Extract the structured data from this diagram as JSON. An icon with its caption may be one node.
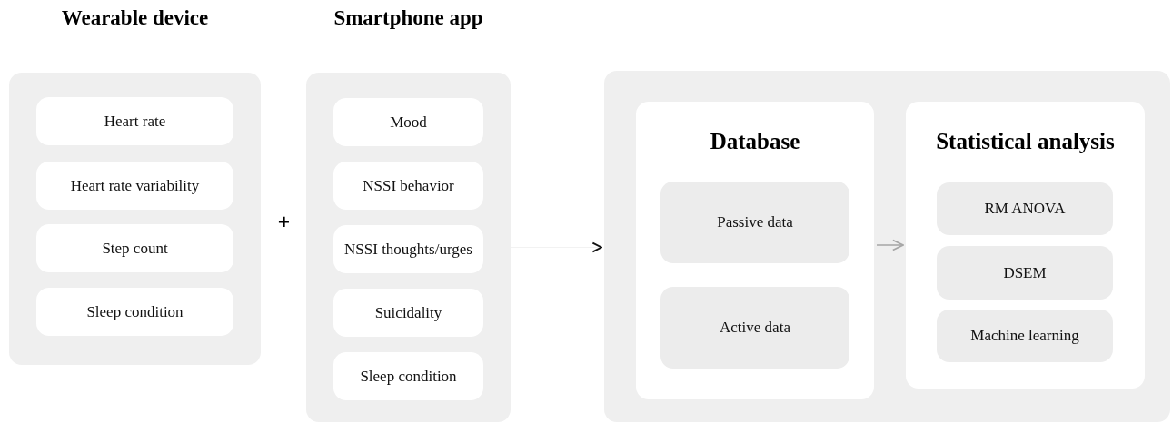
{
  "diagram": {
    "nodes": [
      {
        "text": [
          "Wearable device"
        ]
      },
      {
        "text": [
          "Heart rate"
        ],
        "in": 0
      },
      {
        "text": [
          "Heart rate variability"
        ],
        "in": 0
      },
      {
        "text": [
          "Step count"
        ],
        "in": 0
      },
      {
        "text": [
          "Sleep condition"
        ],
        "in": 0
      },
      {
        "text": [
          "Smartphone app"
        ]
      },
      {
        "text": [
          "Mood"
        ],
        "in": 5
      },
      {
        "text": [
          "NSSI behavior"
        ],
        "in": 5
      },
      {
        "text": [
          "NSSI thoughts/urges"
        ],
        "in": 5
      },
      {
        "text": [
          "Suicidality"
        ],
        "in": 5
      },
      {
        "text": [
          "Sleep condition"
        ],
        "in": 5
      },
      {
        "text": [],
        "shape": "box"
      },
      {
        "text": [
          "Database"
        ],
        "in": 11
      },
      {
        "text": [
          "Passive data"
        ],
        "in": 12
      },
      {
        "text": [
          "Active data"
        ],
        "in": 12
      },
      {
        "text": [
          "Statistical analysis"
        ],
        "in": 11
      },
      {
        "text": [
          "RM ANOVA"
        ],
        "in": 15
      },
      {
        "text": [
          "DSEM"
        ],
        "in": 15
      },
      {
        "text": [
          "Machine learning"
        ],
        "in": 15
      }
    ],
    "edges": [
      {
        "from": 5,
        "to": 11,
        "arrow": "to"
      },
      {
        "from": 12,
        "to": 15,
        "arrow": "to"
      }
    ],
    "labels": [
      "+"
    ]
  }
}
